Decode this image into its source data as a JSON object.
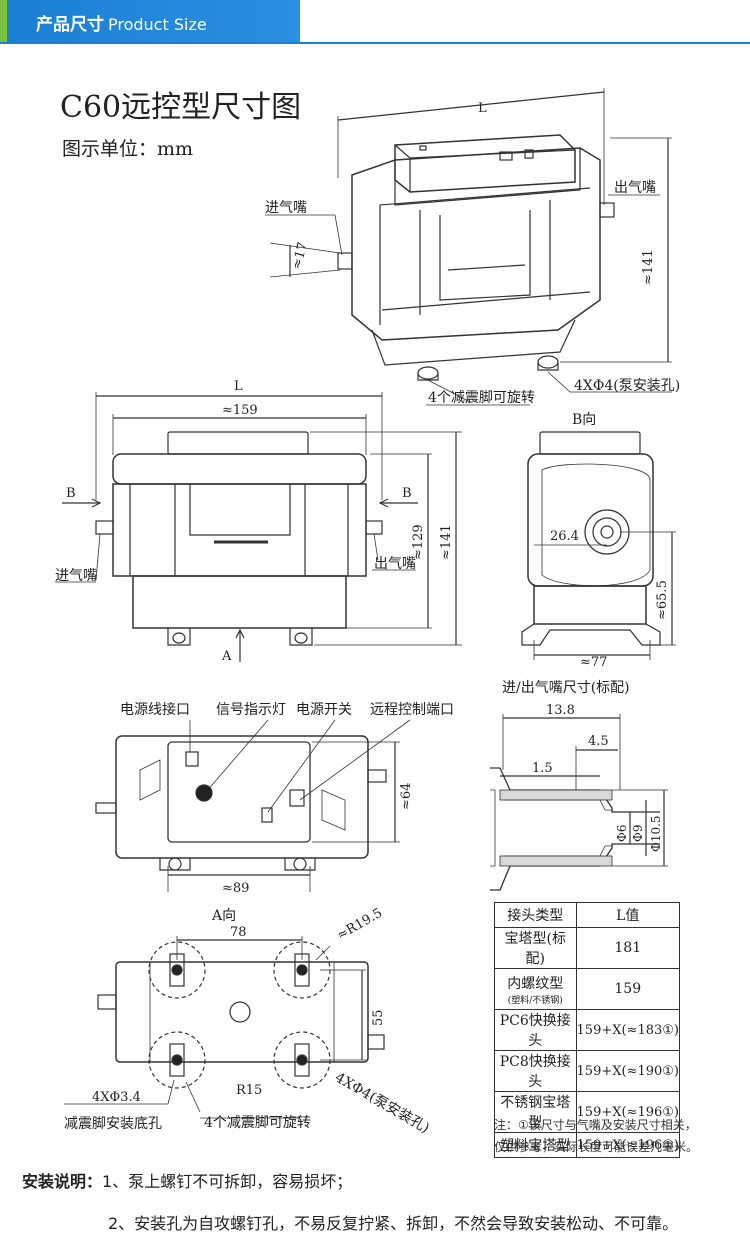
{
  "header": {
    "title_cn": "产品尺寸",
    "title_en": "Product Size"
  },
  "title": "C60远控型尺寸图",
  "unit_label": "图示单位：mm",
  "labels": {
    "L": "L",
    "inlet": "进气嘴",
    "outlet": "出气嘴",
    "approx17": "≈17",
    "approx141": "≈141",
    "approx159": "≈159",
    "approx129": "≈129",
    "B": "B",
    "A": "A",
    "B_view": "B向",
    "A_view": "A向",
    "d26_4": "26.4",
    "approx65_5": "≈65.5",
    "approx77": "≈77",
    "hole_4x4": "4XΦ4(泵安装孔)",
    "feet_rotatable": "4个减震脚可旋转",
    "port_size": "进/出气嘴尺寸(标配)",
    "power_port": "电源线接口",
    "signal_light": "信号指示灯",
    "power_switch": "电源开关",
    "remote_port": "远程控制端口",
    "approx64": "≈64",
    "approx89": "≈89",
    "d13_8": "13.8",
    "d4_5": "4.5",
    "d1_5": "1.5",
    "phi6": "Φ6",
    "phi9": "Φ9",
    "phi10_5": "Φ10.5",
    "d78": "78",
    "r19_5": "≈R19.5",
    "d55": "55",
    "r15": "R15",
    "hole_4x3_4": "4XΦ3.4",
    "base_mount": "减震脚安装底孔"
  },
  "table": {
    "header": [
      "接头类型",
      "L值"
    ],
    "rows": [
      [
        "宝塔型(标配)",
        "181"
      ],
      [
        "内螺纹型",
        "159"
      ],
      [
        "PC6快换接头",
        "159+X(≈183①)"
      ],
      [
        "PC8快换接头",
        "159+X(≈190①)"
      ],
      [
        "不锈钢宝塔型",
        "159+X(≈196①)"
      ],
      [
        "塑料宝塔型",
        "159+X(≈196①)"
      ]
    ],
    "sub_note": "(塑料/不锈钢)"
  },
  "note": "注：①该尺寸与气嘴及安装尺寸相关，仅供参考，实际长度可能误差几毫米。",
  "install": {
    "label": "安装说明：",
    "item1": "1、泵上螺钉不可拆卸，容易损坏；",
    "item2": "2、安装孔为自攻螺钉孔，不易反复拧紧、拆卸，不然会导致安装松动、不可靠。"
  },
  "colors": {
    "header_blue": "#1a7fd4",
    "header_green": "#7ac043",
    "line": "#333333"
  }
}
